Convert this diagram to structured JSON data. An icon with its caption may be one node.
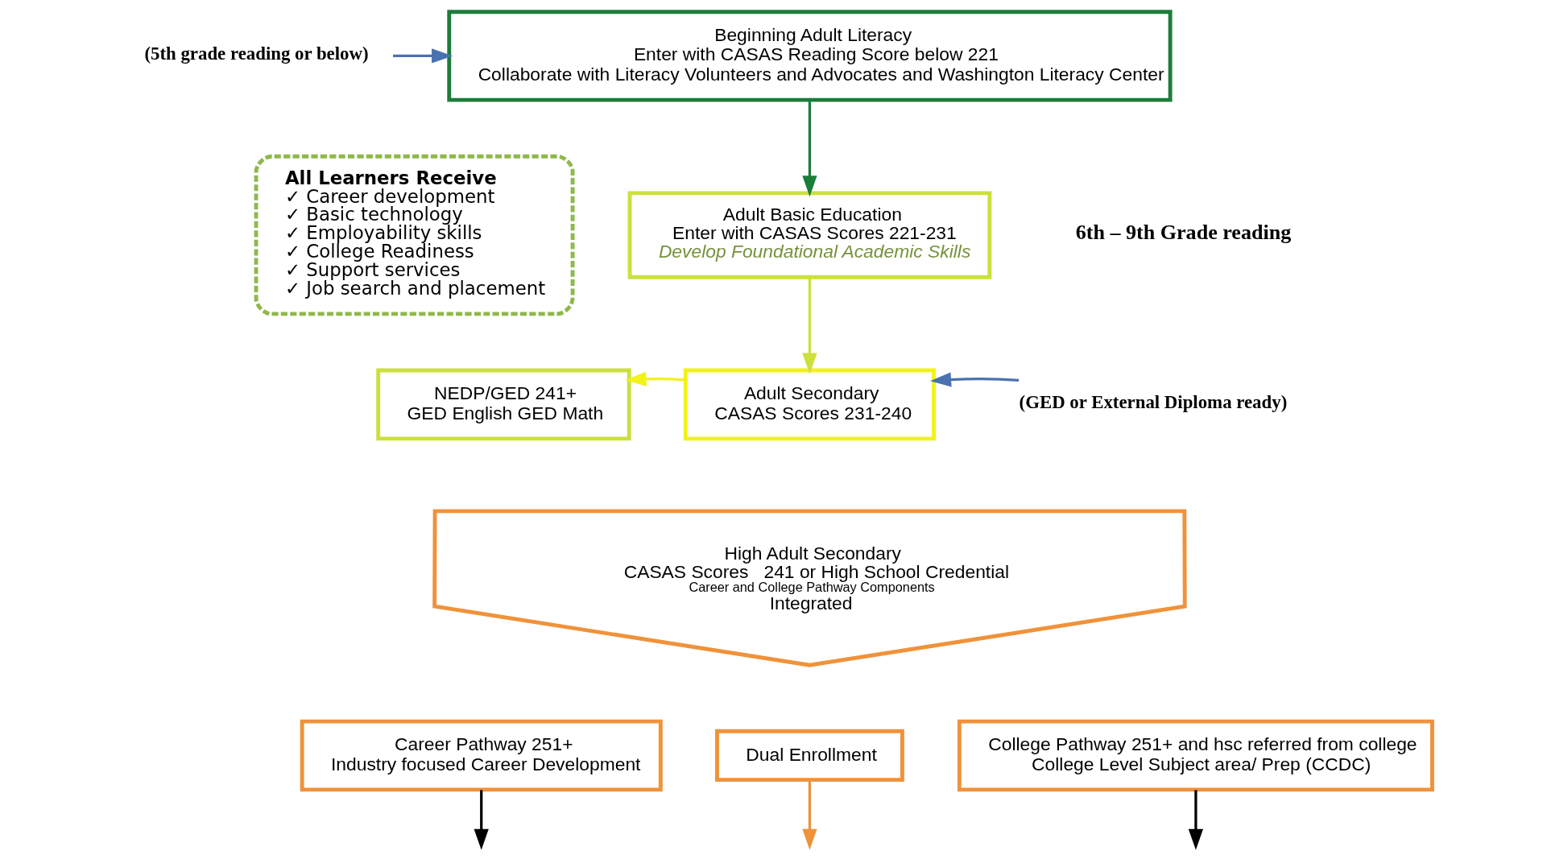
{
  "diagram": {
    "nodes": [
      {
        "text": [
          "(5th grade reading or below)"
        ]
      },
      {
        "text": [
          "Beginning Adult Literacy",
          "Enter with CASAS Reading Score below 221",
          "Collaborate with Literacy Volunteers and Advocates and Washington Literacy Center"
        ]
      },
      {
        "text": [
          "All Learners Receive",
          "✓ Career development",
          "✓ Basic technology",
          "✓ Employability skills",
          "✓ College Readiness",
          "✓ Support services",
          "✓ Job search and placement"
        ]
      },
      {
        "text": [
          "Adult Basic Education",
          "Enter with CASAS Scores 221-231",
          "Develop Foundational Academic Skills"
        ]
      },
      {
        "text": [
          "Adult Secondary",
          "CASAS Scores 231-240"
        ]
      },
      {
        "text": [
          "High Adult Secondary",
          "CASAS Scores   241 or High School Credential",
          "Career and College Pathway Components",
          "Integrated"
        ]
      },
      {
        "text": [
          "NEDP/GED 241+",
          "GED English GED Math"
        ]
      },
      {
        "text": [
          "(GED or External Diploma ready)"
        ]
      },
      {
        "text": [
          "Career Pathway 251+",
          "Industry focused Career Development"
        ]
      },
      {
        "text": [
          "Dual Enrollment"
        ]
      },
      {
        "text": [
          "College Pathway 251+ and hsc referred from college",
          "College Level Subject area/ Prep (CCDC)"
        ]
      }
    ],
    "edges": [
      {
        "from": 0,
        "to": 1,
        "arrow": "to",
        "color": "#4a72b0"
      },
      {
        "from": 1,
        "to": 3,
        "arrow": "to",
        "color": "#1b7d3a"
      },
      {
        "from": 3,
        "to": 4,
        "arrow": "to",
        "color": "#cce03c"
      },
      {
        "from": 4,
        "to": 6,
        "arrow": "to",
        "color": "#f2f21a"
      },
      {
        "from": 7,
        "to": 4,
        "arrow": "to",
        "color": "#4a72b0"
      },
      {
        "from": 8,
        "to": null,
        "arrow": "to",
        "color": "#000000"
      },
      {
        "from": 9,
        "to": null,
        "arrow": "to",
        "color": "#f0923a"
      },
      {
        "from": 10,
        "to": null,
        "arrow": "to",
        "color": "#000000"
      }
    ],
    "labels": [
      "6th – 9th Grade reading"
    ]
  }
}
